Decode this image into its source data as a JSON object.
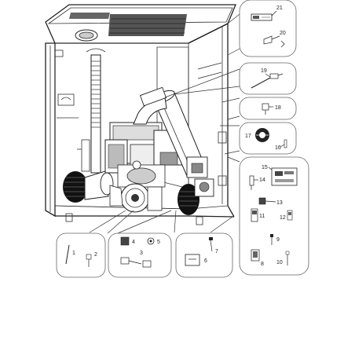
{
  "callouts": {
    "c21": "21",
    "c20": "20",
    "c19": "19",
    "c18": "18",
    "c17": "17",
    "c16": "16",
    "c15": "15",
    "c14": "14",
    "c13": "13",
    "c12": "12",
    "c11": "11",
    "c10": "10",
    "c9": "9",
    "c8": "8",
    "c7": "7",
    "c6": "6",
    "c5": "5",
    "c4": "4",
    "c3": "3",
    "c2": "2",
    "c1": "1"
  },
  "icons": {
    "stove_body": "stove-exploded-view",
    "fan": "fan-icon",
    "motor": "motor-icon",
    "tube": "flex-tube-icon"
  }
}
